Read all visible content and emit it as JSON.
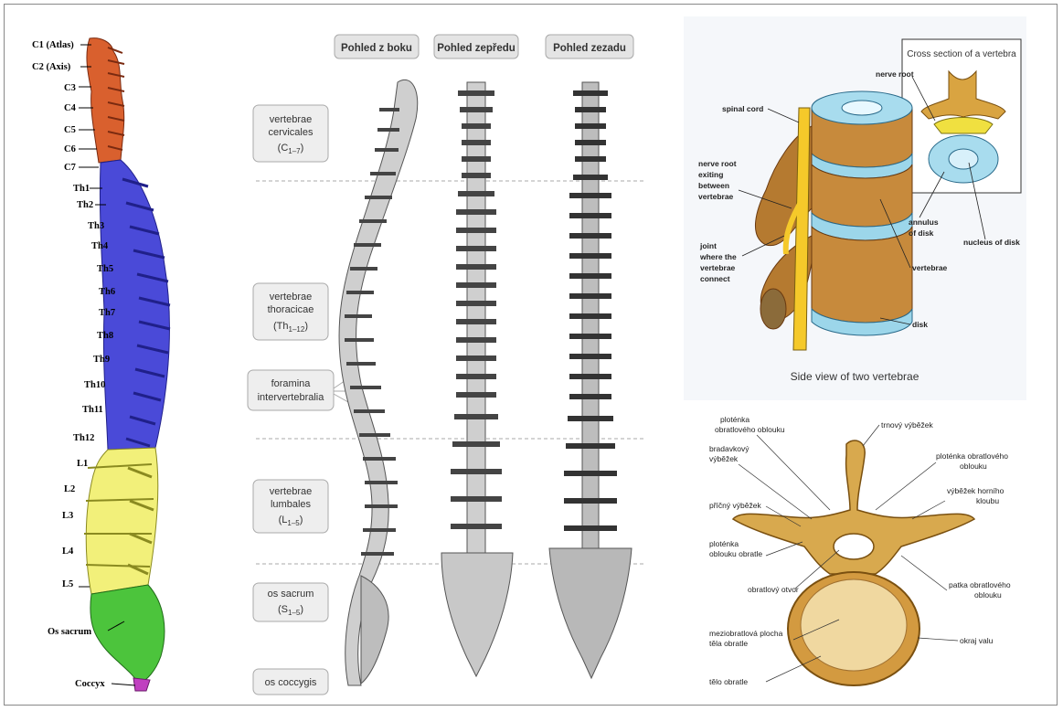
{
  "left_spine": {
    "cervical": [
      "C1 (Atlas)",
      "C2 (Axis)",
      "C3",
      "C4",
      "C5",
      "C6",
      "C7"
    ],
    "thoracic": [
      "Th1",
      "Th2",
      "Th3",
      "Th4",
      "Th5",
      "Th6",
      "Th7",
      "Th8",
      "Th9",
      "Th10",
      "Th11",
      "Th12"
    ],
    "lumbar": [
      "L1",
      "L2",
      "L3",
      "L4",
      "L5"
    ],
    "sacrum": "Os sacrum",
    "coccyx": "Coccyx",
    "colors": {
      "cervical": "#d9602e",
      "thoracic": "#4a4ad8",
      "lumbar": "#f2f07a",
      "sacrum": "#4cc43c",
      "coccyx": "#c040c0"
    }
  },
  "middle": {
    "views": [
      "Pohled z boku",
      "Pohled zepředu",
      "Pohled zezadu"
    ],
    "regions": {
      "cervical": {
        "line1": "vertebrae",
        "line2": "cervicales",
        "sym": "(C",
        "sub": "1–7",
        "close": ")"
      },
      "thoracic": {
        "line1": "vertebrae",
        "line2": "thoracicae",
        "sym": "(Th",
        "sub": "1–12",
        "close": ")"
      },
      "foramina": {
        "line1": "foramina",
        "line2": "intervertebralia"
      },
      "lumbar": {
        "line1": "vertebrae",
        "line2": "lumbales",
        "sym": "(L",
        "sub": "1–5",
        "close": ")"
      },
      "sacrum": {
        "line1": "os sacrum",
        "sym": "(S",
        "sub": "1–5",
        "close": ")"
      },
      "coccyx": {
        "line1": "os coccygis"
      }
    }
  },
  "top_right": {
    "inset_title": "Cross section of a vertebra",
    "caption": "Side view of two vertebrae",
    "labels": {
      "spinal_cord": "spinal cord",
      "nerve_root_exit": [
        "nerve root",
        "exiting",
        "between",
        "vertebrae"
      ],
      "joint": [
        "joint",
        "where the",
        "vertebrae",
        "connect"
      ],
      "vertebrae": "vertebrae",
      "disk": "disk",
      "nerve_root": "nerve root",
      "annulus": [
        "annulus",
        "of disk"
      ],
      "nucleus": "nucleus of disk"
    }
  },
  "bottom_right": {
    "labels": {
      "plotenka_oblouku": [
        "ploténka",
        "obratlového oblouku"
      ],
      "trnovy": "trnový výběžek",
      "bradavkovy": [
        "bradavkový",
        "výběžek"
      ],
      "plotenka_r": [
        "ploténka obratlového",
        "oblouku"
      ],
      "vybezek_horniho": [
        "výběžek horního",
        "kloubu"
      ],
      "pricny": "příčný výběžek",
      "plotenka_obratle": [
        "ploténka",
        "oblouku obratle"
      ],
      "otvor": "obratlový otvor",
      "patka": [
        "patka obratlového",
        "oblouku"
      ],
      "meziobratlova": [
        "meziobratlová plocha",
        "těla obratle"
      ],
      "okraj": "okraj valu",
      "telo": "tělo obratle"
    }
  }
}
